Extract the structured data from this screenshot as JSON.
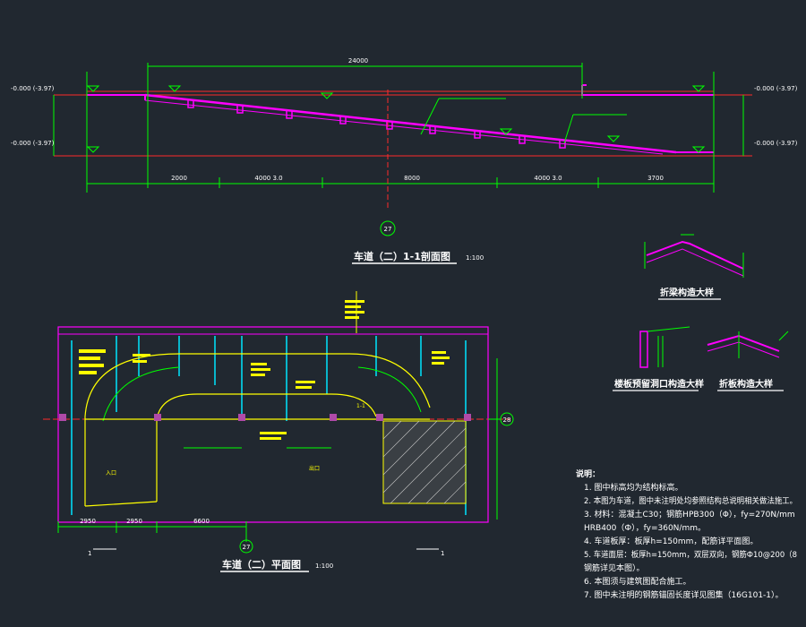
{
  "drawing": {
    "background": "#212830",
    "colors": {
      "magenta": "#ff00ff",
      "red": "#ff2a2a",
      "green": "#00ff00",
      "yellow": "#ffff00",
      "cyan": "#00e5ff",
      "white": "#ffffff",
      "hatch": "#c8c8c8"
    }
  },
  "section": {
    "title": "车道（二）1-1剖面图",
    "scale": "1:100",
    "axis_label": "27",
    "top_dimension": "24000",
    "bottom_dimensions": [
      "2000",
      "4000 3.0",
      "8000",
      "4000 3.0",
      "3700"
    ],
    "level_tags": [
      "-0.000 (-3.97)",
      "-0.000 (-3.97)",
      "-0.000 (-3.97)",
      "-0.000 (-3.97)"
    ]
  },
  "plan": {
    "title": "车道（二）平面图",
    "scale": "1:100",
    "axis_labels": [
      "27",
      "28",
      "1",
      "1"
    ],
    "bottom_dimensions": [
      "2950",
      "2950",
      "6600"
    ],
    "labels": [
      "1-1",
      "入口",
      "出口"
    ]
  },
  "details": [
    {
      "title": "折梁构造大样"
    },
    {
      "title": "楼板预留洞口构造大样"
    },
    {
      "title": "折板构造大样"
    }
  ],
  "notes": {
    "heading": "说明：",
    "items": [
      "1. 图中标高均为结构标高。",
      "2. 本图为车道，图中未注明处均参照结构总说明相关做法施工。",
      "3. 材料：混凝土C30；钢筋HPB300（Φ），fy=270N/mm",
      "   HRB400（Ф），fy=360N/mm。",
      "4. 车道板厚：板厚h=150mm，配筋详平面图。",
      "5. 车道面层：板厚h=150mm，双层双向，钢筋Ф10@200（8",
      "   钢筋详见本图）。",
      "6. 本图须与建筑图配合施工。",
      "7. 图中未注明的钢筋锚固长度详见图集（16G101-1）。"
    ]
  }
}
